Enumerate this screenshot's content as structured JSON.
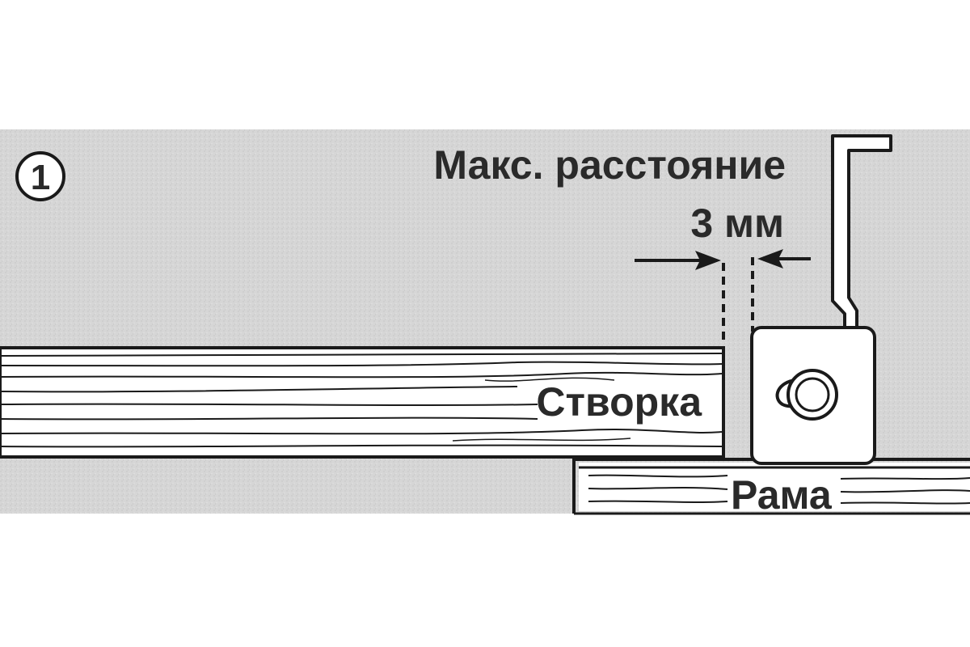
{
  "figure": {
    "number": "1",
    "title": "Макс. расстояние",
    "gap": "3 мм",
    "sash": "Створка",
    "frame": "Рама"
  },
  "colors": {
    "background": "#ffffff",
    "panel": "#d9d9d9",
    "ink": "#1a1a1a",
    "wood": "#ffffff"
  }
}
